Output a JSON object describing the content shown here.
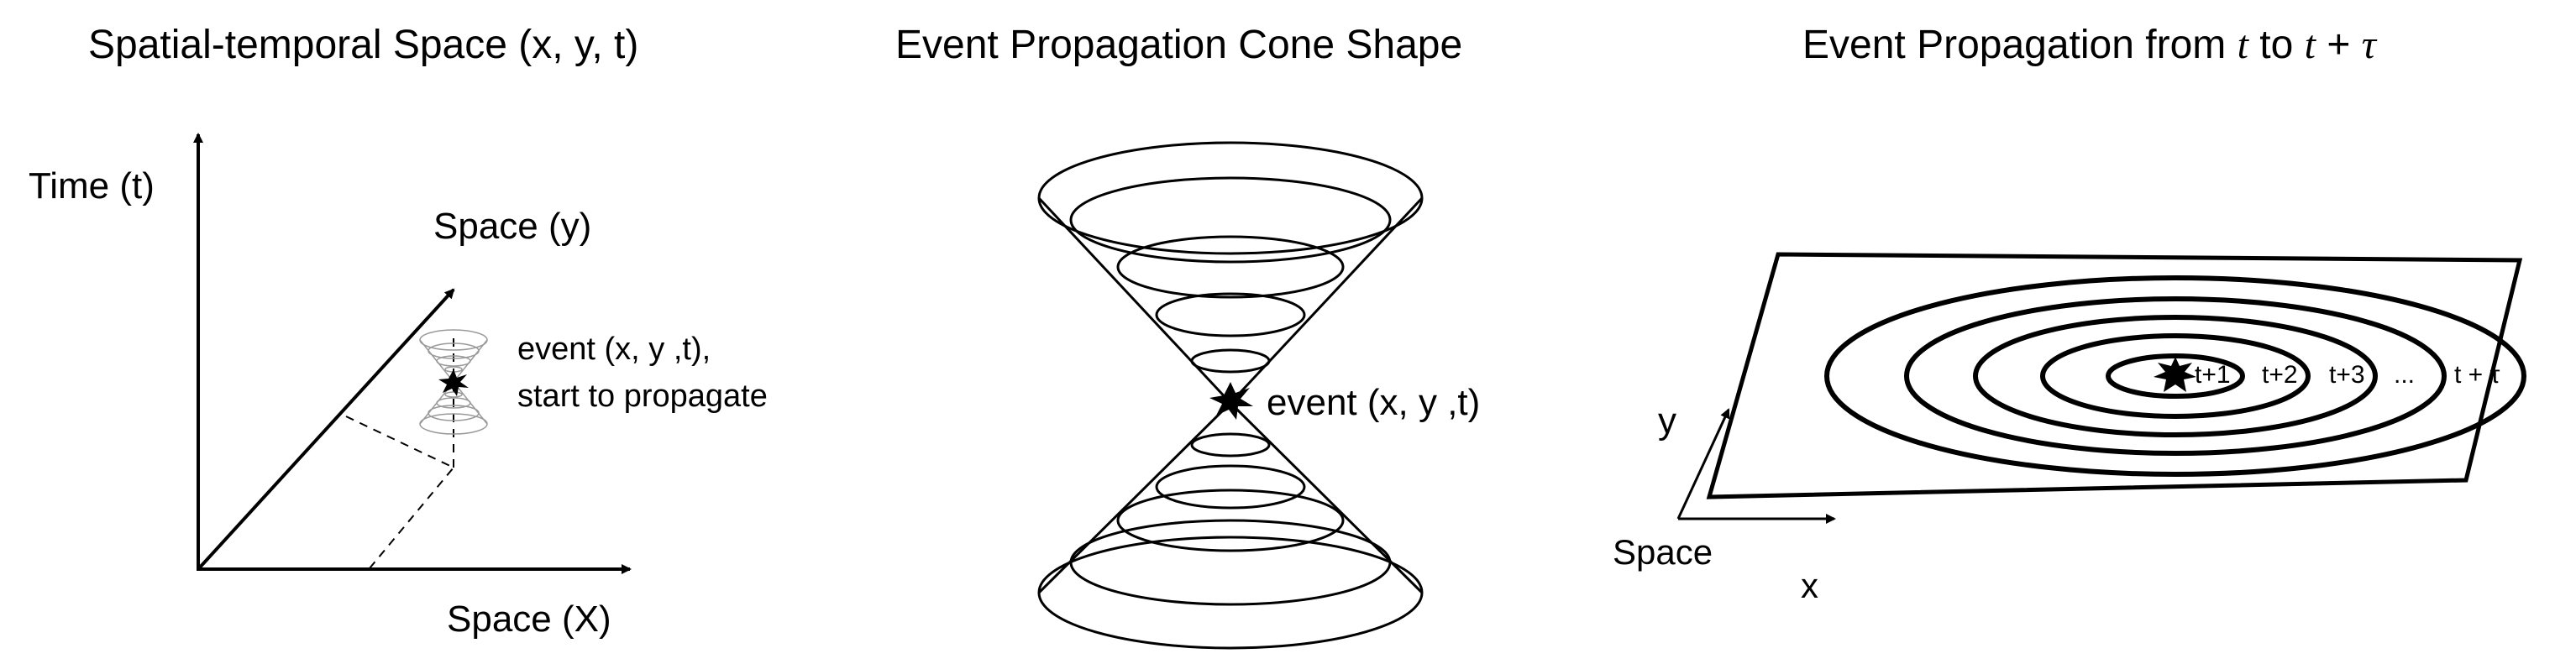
{
  "panels": {
    "spatial": {
      "title": "Spatial-temporal Space (x, y, t)",
      "axis_time": "Time (t)",
      "axis_space_y": "Space (y)",
      "axis_space_x": "Space (X)",
      "event_label_line1": "event (x, y ,t),",
      "event_label_line2": "start to propagate"
    },
    "cone": {
      "title": "Event Propagation Cone Shape",
      "event_label": "event (x, y ,t)"
    },
    "propagation": {
      "title_prefix": "Event Propagation from ",
      "title_t": "t",
      "title_mid": " to ",
      "title_t2": "t",
      "title_plus": " + ",
      "title_tau": "τ",
      "ring_labels": [
        "t+1",
        "t+2",
        "t+3",
        "...",
        "t + τ"
      ],
      "axis_y": "y",
      "axis_space": "Space",
      "axis_x": "x"
    }
  },
  "colors": {
    "ink": "#000000",
    "faint": "#9a9a9a",
    "background": "#ffffff"
  }
}
